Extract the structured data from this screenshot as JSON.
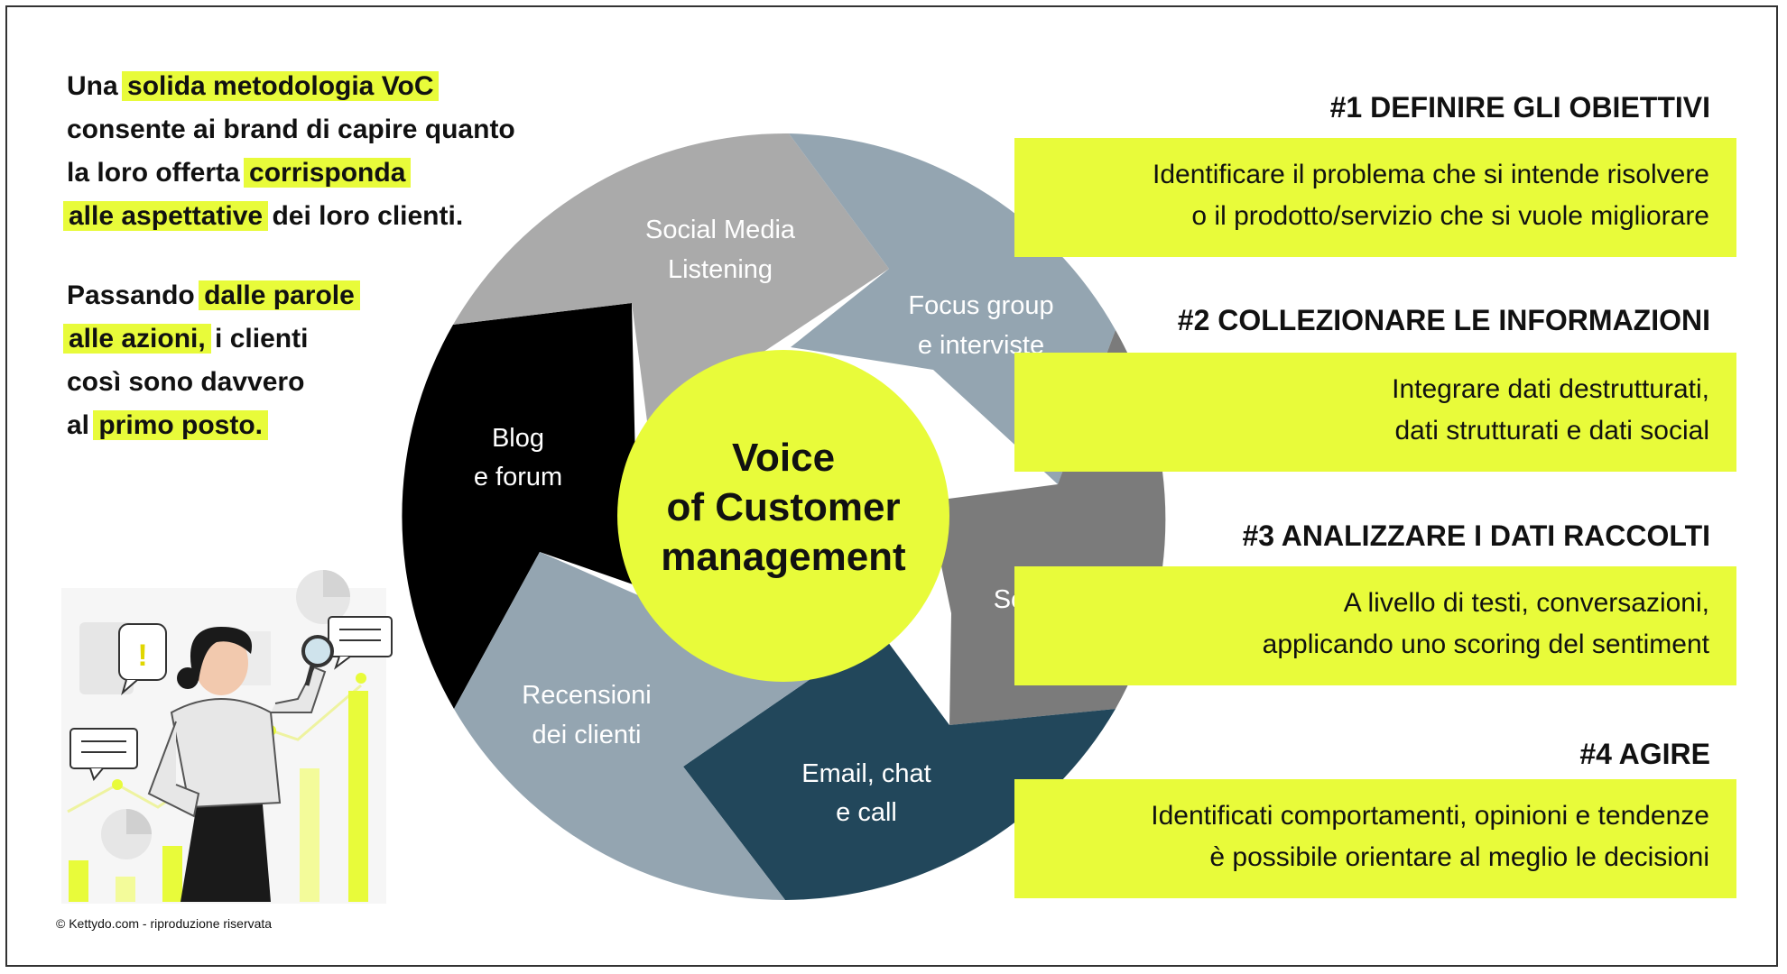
{
  "intro": {
    "p1": [
      {
        "t": "Una ",
        "hl": false
      },
      {
        "t": "solida metodologia VoC",
        "hl": true
      },
      {
        "br": true
      },
      {
        "t": "consente ai brand di capire quanto",
        "hl": false
      },
      {
        "br": true
      },
      {
        "t": "la loro offerta ",
        "hl": false
      },
      {
        "t": "corrisponda",
        "hl": true
      },
      {
        "br": true
      },
      {
        "t": "alle aspettative",
        "hl": true
      },
      {
        "t": " dei loro clienti.",
        "hl": false
      }
    ],
    "p2": [
      {
        "t": "Passando ",
        "hl": false
      },
      {
        "t": "dalle parole",
        "hl": true
      },
      {
        "br": true
      },
      {
        "t": "alle azioni,",
        "hl": true
      },
      {
        "t": " i clienti",
        "hl": false
      },
      {
        "br": true
      },
      {
        "t": "così sono davvero",
        "hl": false
      },
      {
        "br": true
      },
      {
        "t": "al ",
        "hl": false
      },
      {
        "t": "primo posto.",
        "hl": true
      }
    ]
  },
  "wheel": {
    "center": [
      "Voice",
      "of Customer",
      "management"
    ],
    "segments": {
      "social": [
        "Social Media",
        "Listening"
      ],
      "focus": [
        "Focus group",
        "e interviste"
      ],
      "sondaggi": [
        "Sondaggi"
      ],
      "email": [
        "Email, chat",
        "e call"
      ],
      "recensioni": [
        "Recensioni",
        "dei clienti"
      ],
      "blog": [
        "Blog",
        "e forum"
      ]
    }
  },
  "steps": [
    {
      "title": "#1 DEFINIRE GLI OBIETTIVI",
      "lines": [
        "Identificare il problema che si intende risolvere",
        "o il prodotto/servizio che si vuole migliorare"
      ]
    },
    {
      "title": "#2 COLLEZIONARE LE INFORMAZIONI",
      "lines": [
        "Integrare dati destrutturati,",
        "dati strutturati e dati social"
      ]
    },
    {
      "title": "#3 ANALIZZARE I DATI RACCOLTI",
      "lines": [
        "A livello di testi, conversazioni,",
        "applicando uno scoring del sentiment"
      ]
    },
    {
      "title": "#4 AGIRE",
      "lines": [
        "Identificati comportamenti, opinioni e tendenze",
        "è possibile orientare al meglio le decisioni"
      ]
    }
  ],
  "footer": {
    "copyright": "© Kettydo.com - riproduzione riservata"
  },
  "colors": {
    "accent": "#e8fb3a",
    "dark": "#000000",
    "navy": "#22475b",
    "gray_light": "#a9a9a9",
    "gray_blue": "#94a5b1",
    "gray_dark": "#7b7b7b"
  }
}
